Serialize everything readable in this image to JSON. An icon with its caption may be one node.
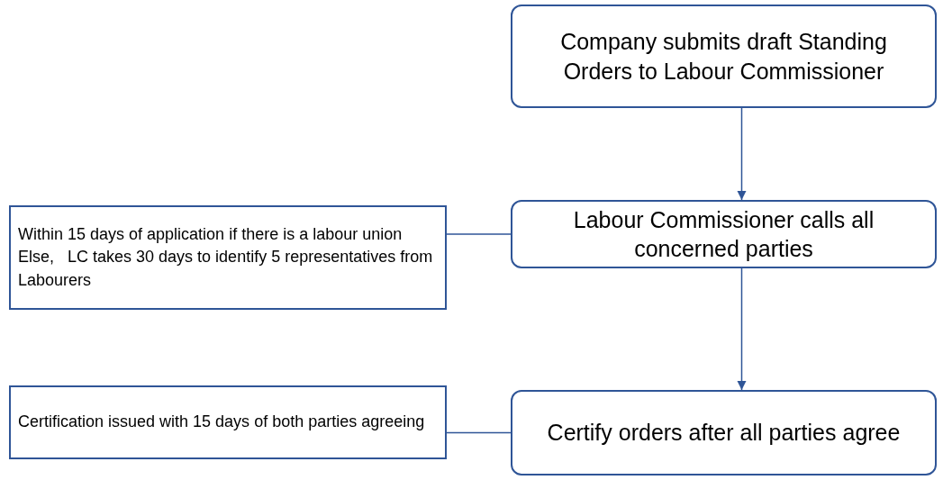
{
  "diagram": {
    "nodes": [
      {
        "text": [
          "Company submits draft Standing Orders to Labour Commissioner"
        ]
      },
      {
        "text": [
          "Within 15 days of application if there is a labour union",
          "Else,   LC takes 30 days to identify 5 representatives from Labourers"
        ]
      },
      {
        "text": [
          "Labour Commissioner calls all concerned parties"
        ]
      },
      {
        "text": [
          "Certification issued with 15 days of both parties agreeing"
        ]
      },
      {
        "text": [
          "Certify orders after all parties agree"
        ]
      }
    ],
    "edges": [
      {
        "from": 0,
        "to": 2,
        "arrow": "to"
      },
      {
        "from": 1,
        "to": 2,
        "arrow": "none"
      },
      {
        "from": 2,
        "to": 4,
        "arrow": "to"
      },
      {
        "from": 3,
        "to": 4,
        "arrow": "none"
      }
    ]
  }
}
